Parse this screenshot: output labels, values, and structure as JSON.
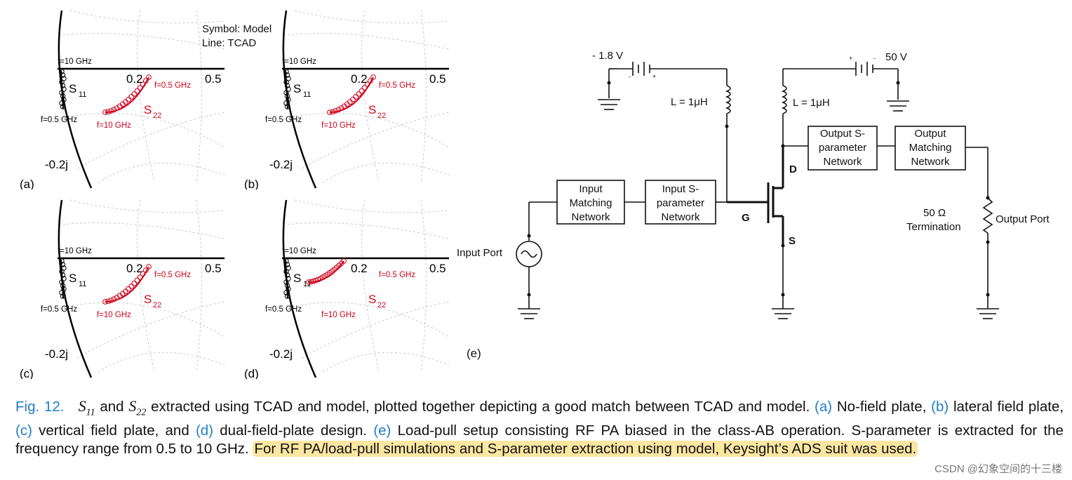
{
  "figure": {
    "legend_line1": "Symbol: Model",
    "legend_line2": "Line: TCAD",
    "panels": [
      {
        "id": "a",
        "label": "(a)",
        "top_freq": "f=10 GHz",
        "bottom_freq": "f=0.5 GHz",
        "s22_top": "f=0.5 GHz",
        "s22_bottom": "f=10 GHz",
        "tick_mid": "0.2",
        "tick_right": "0.5",
        "tick_imag": "-0.2j",
        "s11": "S",
        "s11_sub": "11",
        "s22": "S",
        "s22_sub": "22"
      },
      {
        "id": "b",
        "label": "(b)",
        "top_freq": "f=10 GHz",
        "bottom_freq": "f=0.5 GHz",
        "s22_top": "f=0.5 GHz",
        "s22_bottom": "f=10 GHz",
        "tick_mid": "0.2",
        "tick_right": "0.5",
        "tick_imag": "-0.2j",
        "s11": "S",
        "s11_sub": "11",
        "s22": "S",
        "s22_sub": "22"
      },
      {
        "id": "c",
        "label": "(c)",
        "top_freq": "f=10 GHz",
        "bottom_freq": "f=0.5 GHz",
        "s22_top": "f=0.5 GHz",
        "s22_bottom": "f=10 GHz",
        "tick_mid": "0.2",
        "tick_right": "0.5",
        "tick_imag": "-0.2j",
        "s11": "S",
        "s11_sub": "11",
        "s22": "S",
        "s22_sub": "22"
      },
      {
        "id": "d",
        "label": "(d)",
        "top_freq": "f=10 GHz",
        "bottom_freq": "f=0.5 GHz",
        "s22_top": "f=0.5 GHz",
        "s22_bottom": "f=10 GHz",
        "tick_mid": "0.2",
        "tick_right": "0.5",
        "tick_imag": "-0.2j",
        "s11": "S",
        "s11_sub": "11",
        "s22": "S",
        "s22_sub": "22"
      }
    ],
    "circuit": {
      "label": "(e)",
      "gate_supply": "- 1.8 V",
      "drain_supply": "50 V",
      "gate_inductor": "L = 1μH",
      "drain_inductor": "L = 1μH",
      "input_port": "Input Port",
      "output_port": "Output Port",
      "termination_value": "50 Ω",
      "termination_label": "Termination",
      "input_matching": [
        "Input",
        "Matching",
        "Network"
      ],
      "input_sparam": [
        "Input S-",
        "parameter",
        "Network"
      ],
      "output_sparam": [
        "Output S-",
        "parameter",
        "Network"
      ],
      "output_matching": [
        "Output",
        "Matching",
        "Network"
      ],
      "gate": "G",
      "drain": "D",
      "source": "S",
      "plus": "+",
      "minus": "-"
    }
  },
  "caption": {
    "fig_label": "Fig. 12.",
    "s11": "S",
    "s11_sub": "11",
    "and": "and",
    "s22": "S",
    "s22_sub": "22",
    "text1": "extracted using TCAD and model, plotted together depicting a good match between TCAD and model.",
    "ref_a": "(a)",
    "text_a": "No-field plate,",
    "ref_b": "(b)",
    "text_b": "lateral field plate,",
    "ref_c": "(c)",
    "text_c": "vertical field plate, and",
    "ref_d": "(d)",
    "text_d": "dual-field-plate design.",
    "ref_e": "(e)",
    "text_e": "Load-pull setup consisting RF PA biased in the class-AB operation. S-parameter is extracted for the frequency range from 0.5 to 10 GHz.",
    "highlight": "For RF PA/load-pull simulations and S-parameter extraction using model, Keysight’s ADS suit was used."
  },
  "watermark": "CSDN @幻象空间的十三楼",
  "colors": {
    "s22": "#d0021b",
    "s11": "#000000",
    "caption_ref": "#1f7fc4",
    "highlight": "#fbe7a1",
    "grid": "#c8c8c8"
  }
}
